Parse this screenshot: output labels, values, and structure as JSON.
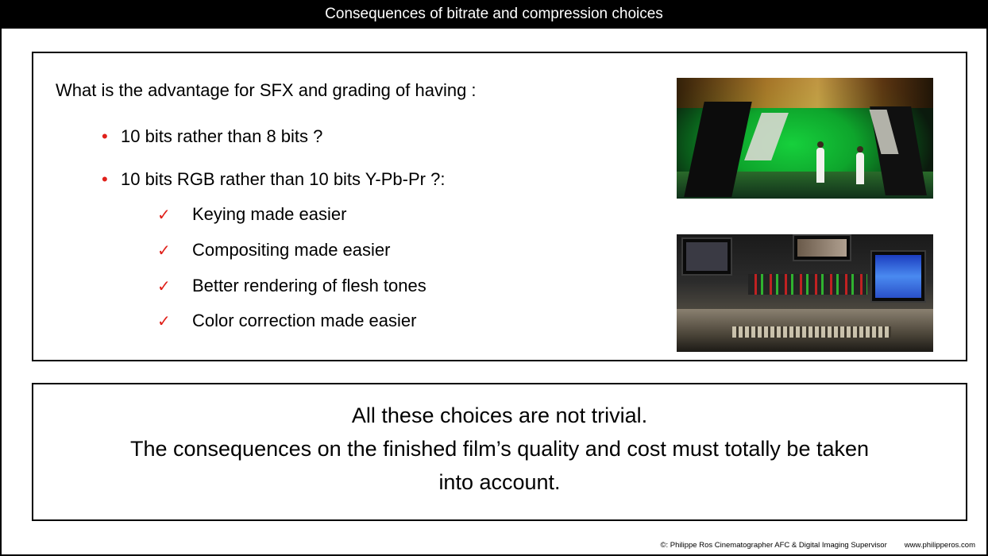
{
  "title": "Consequences of bitrate and compression choices",
  "top_box": {
    "question": "What is the advantage for SFX and grading of having :",
    "bullets": [
      "10 bits rather than 8 bits ?",
      "10 bits RGB rather than 10 bits Y-Pb-Pr ?:"
    ],
    "bullet_glyph": "•",
    "check_glyph": "✓",
    "checks": [
      "Keying made easier",
      "Compositing made easier",
      "Better rendering of flesh tones",
      "Color correction made easier"
    ]
  },
  "bottom_box": {
    "lines": [
      "All  these choices are not trivial.",
      "The consequences on the finished film’s quality and cost must totally be taken",
      "into account."
    ]
  },
  "footer": {
    "credit": "©: Philippe Ros Cinematographer AFC & Digital Imaging Supervisor",
    "website": "www.philipperos.com"
  },
  "colors": {
    "title_bar": "#000000",
    "accent_red": "#e0201a"
  }
}
